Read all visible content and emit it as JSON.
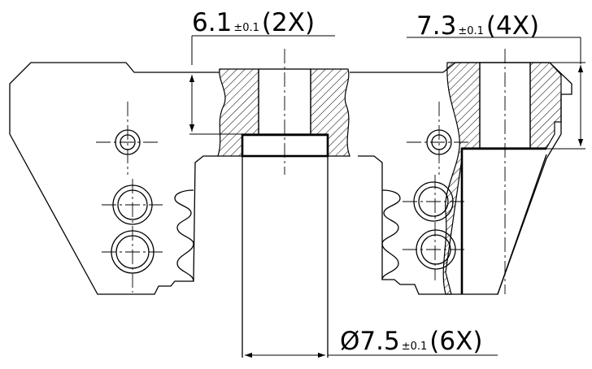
{
  "dimensions": {
    "d1": {
      "value": "6.1",
      "tolerance": "±0.1",
      "count": "(2X)"
    },
    "d2": {
      "value": "7.3",
      "tolerance": "±0.1",
      "count": "(4X)"
    },
    "d3": {
      "value": "Ø7.5",
      "tolerance": "±0.1",
      "count": "(6X)"
    }
  },
  "colors": {
    "line": "#000000",
    "background": "#ffffff"
  }
}
